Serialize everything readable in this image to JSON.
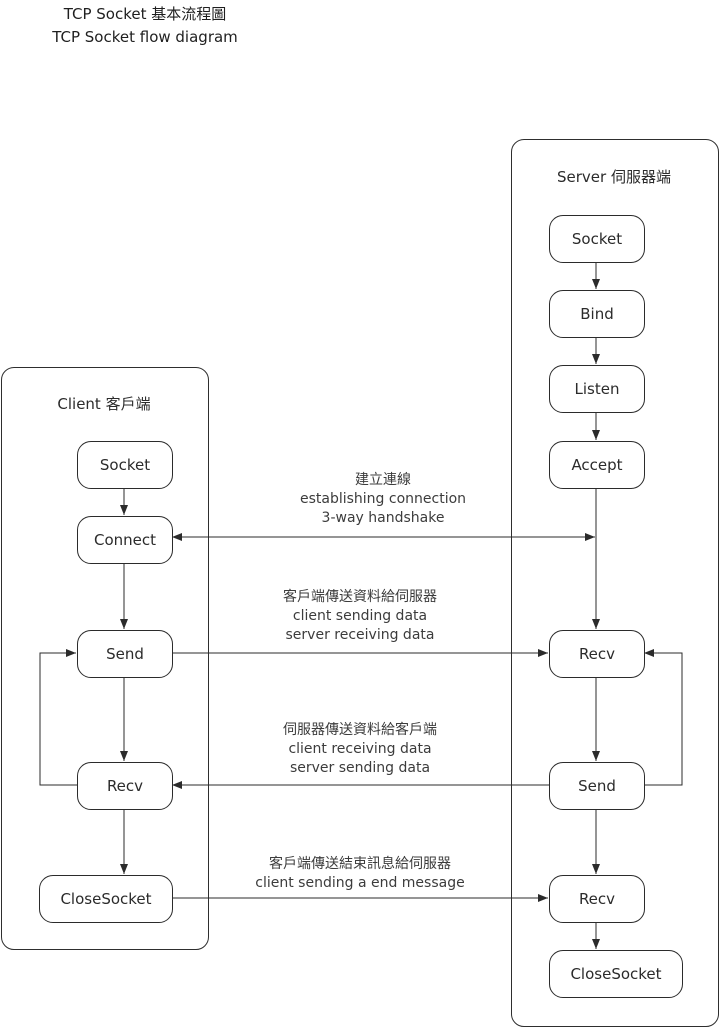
{
  "page_title": {
    "line1": "TCP Socket 基本流程圖",
    "line2": "TCP Socket flow diagram"
  },
  "client": {
    "header": "Client 客戶端",
    "nodes": [
      {
        "label": "Socket"
      },
      {
        "label": "Connect"
      },
      {
        "label": "Send"
      },
      {
        "label": "Recv"
      },
      {
        "label": "CloseSocket"
      }
    ]
  },
  "server": {
    "header": "Server 伺服器端",
    "nodes": [
      {
        "label": "Socket"
      },
      {
        "label": "Bind"
      },
      {
        "label": "Listen"
      },
      {
        "label": "Accept"
      },
      {
        "label": "Recv"
      },
      {
        "label": "Send"
      },
      {
        "label": "Recv"
      },
      {
        "label": "CloseSocket"
      }
    ]
  },
  "annotations": [
    {
      "lines": [
        "建立連線",
        "establishing connection",
        "3-way handshake"
      ]
    },
    {
      "lines": [
        "客戶端傳送資料給伺服器",
        "client sending data",
        "server receiving data"
      ]
    },
    {
      "lines": [
        "伺服器傳送資料給客戶端",
        "client receiving data",
        "server sending data"
      ]
    },
    {
      "lines": [
        "客戶端傳送結束訊息給伺服器",
        "client sending a end message"
      ]
    }
  ],
  "colors": {
    "line": "#2b2b2b",
    "text": "#2b2b2b",
    "annotation_text": "#3c3c3c",
    "background": "#ffffff"
  }
}
